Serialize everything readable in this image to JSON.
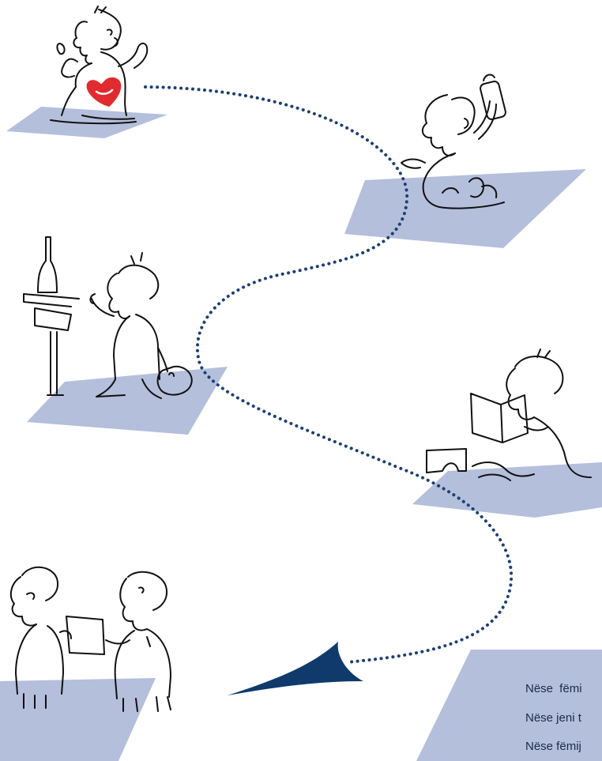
{
  "colors": {
    "platform": "#b4bfdb",
    "path_dots": "#1d3f73",
    "arrow_head": "#0f3a6b",
    "ink": "#111111",
    "heart": "#e12b2f",
    "caption_text": "#1b2a4a"
  },
  "illustration": {
    "stages": [
      {
        "id": "baby-with-heart",
        "icon": "baby-sitting-heart-icon"
      },
      {
        "id": "baby-with-bottle",
        "icon": "baby-holding-bottle-icon"
      },
      {
        "id": "toddler-with-toy",
        "icon": "toddler-standing-toy-icon"
      },
      {
        "id": "child-reading",
        "icon": "child-reading-book-icon"
      },
      {
        "id": "two-adults-talking",
        "icon": "two-people-talking-icon"
      }
    ]
  },
  "caption_box": {
    "lines": [
      "Nëse fëmi",
      "Nëse jeni t",
      "Nëse fëmij"
    ]
  }
}
